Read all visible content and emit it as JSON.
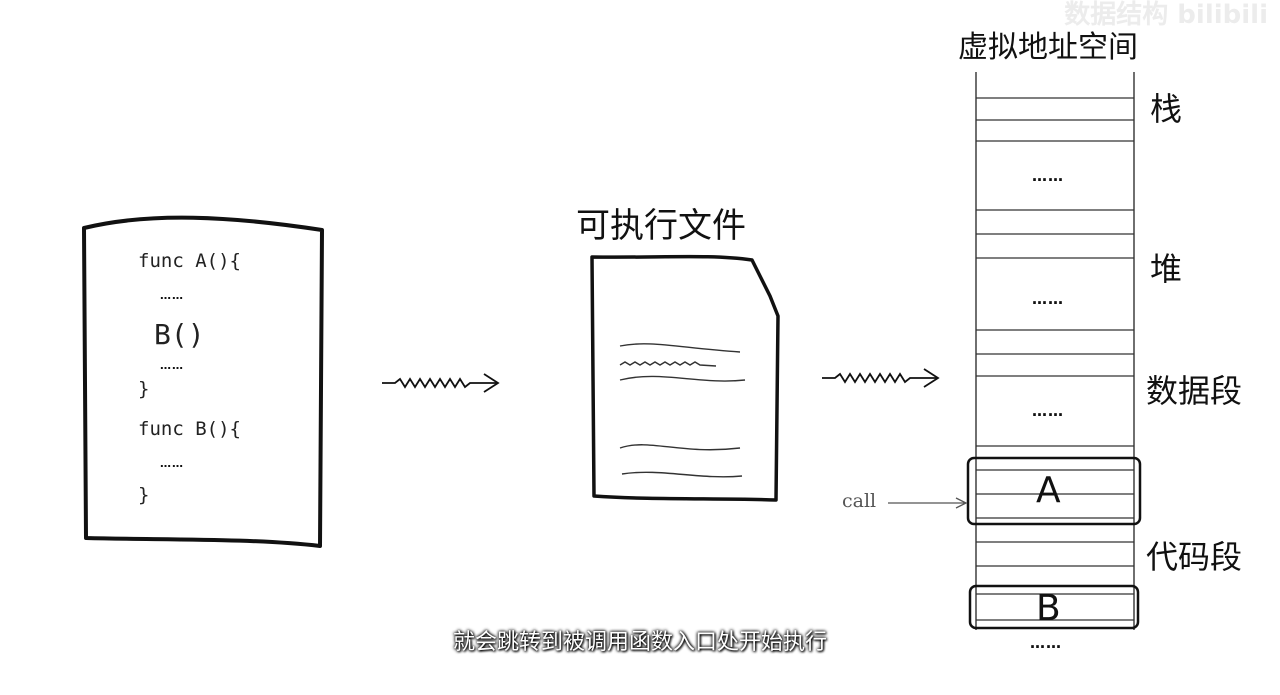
{
  "watermark": "数据结构 bilibili",
  "source_code": {
    "lines": [
      "func A(){",
      "……",
      "B()",
      "……",
      "}",
      "func B(){",
      "……",
      "}"
    ]
  },
  "executable": {
    "title": "可执行文件"
  },
  "memory": {
    "title": "虚拟地址空间",
    "segments": {
      "stack": "栈",
      "heap": "堆",
      "data": "数据段",
      "code": "代码段"
    },
    "ellipsis": "……",
    "func_a": "A",
    "func_b": "B",
    "call_label": "call"
  },
  "subtitle": "就会跳转到被调用函数入口处开始执行"
}
